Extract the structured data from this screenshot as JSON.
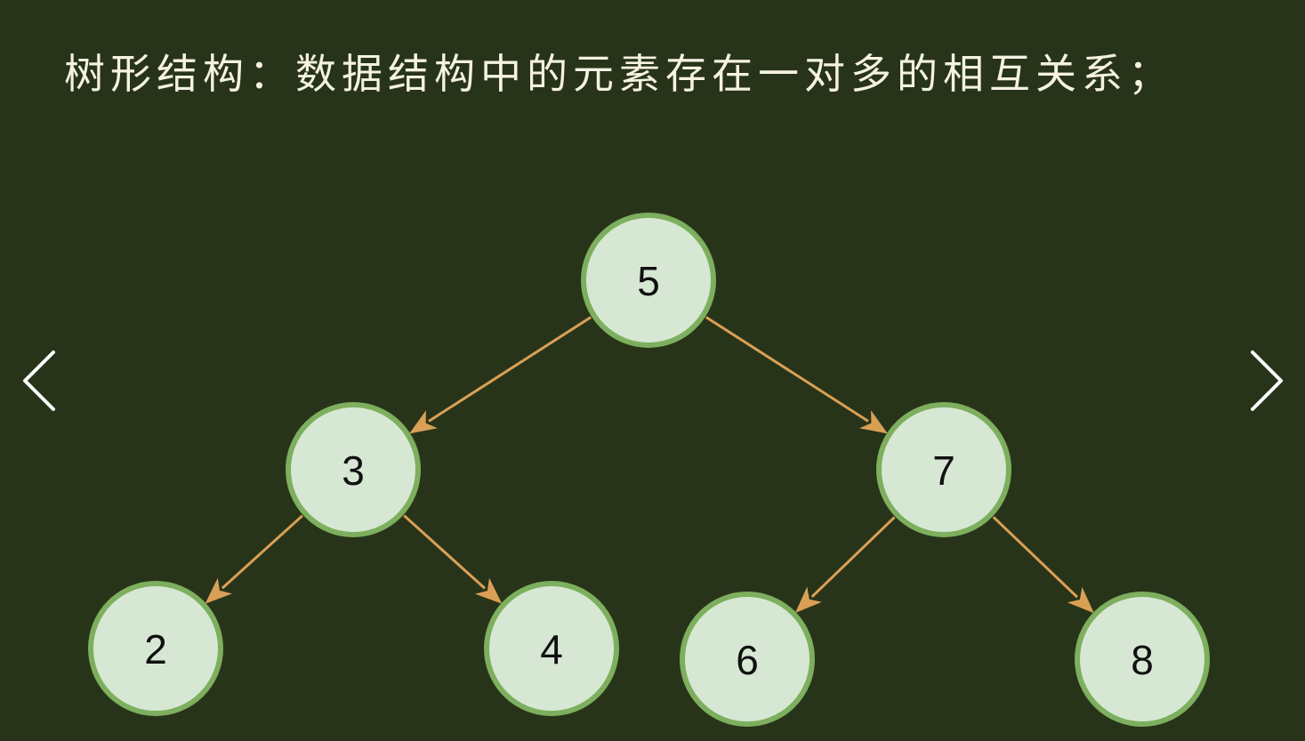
{
  "title": "树形结构：数据结构中的元素存在一对多的相互关系；",
  "navigation": {
    "prev_icon": "chevron-left-icon",
    "next_icon": "chevron-right-icon"
  },
  "colors": {
    "background": "#283419",
    "node_fill": "#d6e8d3",
    "node_stroke": "#7daf5e",
    "edge": "#d9a055",
    "title_text": "#f5f2e4"
  },
  "tree": {
    "nodes": [
      {
        "id": "n5",
        "label": "5"
      },
      {
        "id": "n3",
        "label": "3"
      },
      {
        "id": "n7",
        "label": "7"
      },
      {
        "id": "n2",
        "label": "2"
      },
      {
        "id": "n4",
        "label": "4"
      },
      {
        "id": "n6",
        "label": "6"
      },
      {
        "id": "n8",
        "label": "8"
      }
    ],
    "edges": [
      {
        "from": "n5",
        "to": "n3"
      },
      {
        "from": "n5",
        "to": "n7"
      },
      {
        "from": "n3",
        "to": "n2"
      },
      {
        "from": "n3",
        "to": "n4"
      },
      {
        "from": "n7",
        "to": "n6"
      },
      {
        "from": "n7",
        "to": "n8"
      }
    ]
  }
}
